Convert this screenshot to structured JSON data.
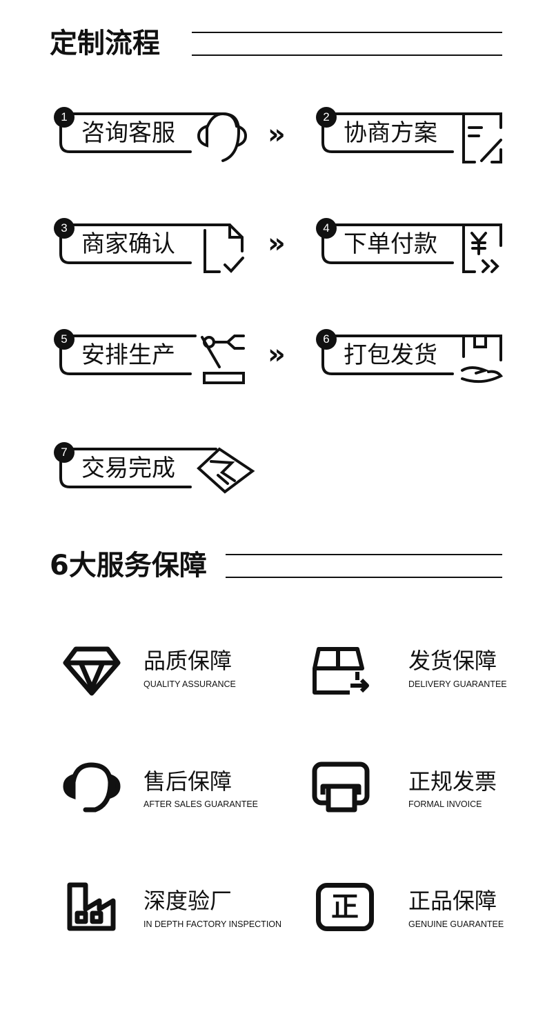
{
  "process": {
    "title": "定制流程",
    "steps": [
      {
        "num": "1",
        "label": "咨询客服",
        "icon": "headset-icon"
      },
      {
        "num": "2",
        "label": "协商方案",
        "icon": "document-pen-icon"
      },
      {
        "num": "3",
        "label": "商家确认",
        "icon": "document-check-icon"
      },
      {
        "num": "4",
        "label": "下单付款",
        "icon": "yuan-payment-icon"
      },
      {
        "num": "5",
        "label": "安排生产",
        "icon": "robot-arm-icon"
      },
      {
        "num": "6",
        "label": "打包发货",
        "icon": "package-hand-icon"
      },
      {
        "num": "7",
        "label": "交易完成",
        "icon": "handshake-icon"
      }
    ],
    "arrow": "»"
  },
  "services": {
    "title": "6大服务保障",
    "items": [
      {
        "title": "品质保障",
        "subtitle": "QUALITY ASSURANCE",
        "icon": "diamond-icon"
      },
      {
        "title": "发货保障",
        "subtitle": "DELIVERY GUARANTEE",
        "icon": "delivery-box-icon"
      },
      {
        "title": "售后保障",
        "subtitle": "AFTER SALES GUARANTEE",
        "icon": "headset-icon"
      },
      {
        "title": "正规发票",
        "subtitle": "FORMAL INVOICE",
        "icon": "printer-icon"
      },
      {
        "title": "深度验厂",
        "subtitle": "IN DEPTH FACTORY INSPECTION",
        "icon": "factory-icon"
      },
      {
        "title": "正品保障",
        "subtitle": "GENUINE GUARANTEE",
        "icon": "genuine-stamp-icon",
        "stamp_text": "正"
      }
    ]
  }
}
